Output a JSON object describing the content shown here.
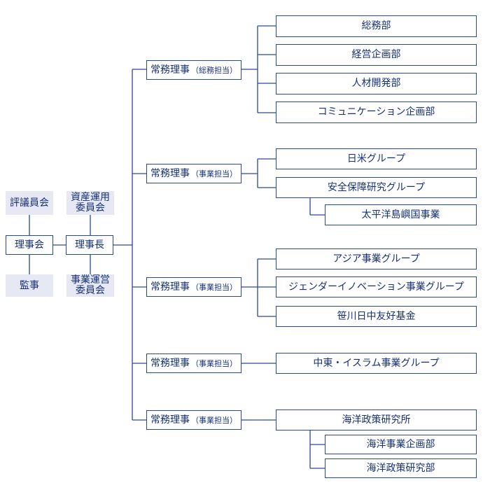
{
  "left_column": {
    "council": "評議員会",
    "board": "理事会",
    "auditor": "監事"
  },
  "middle_column": {
    "asset_committee_line1": "資産運用",
    "asset_committee_line2": "委員会",
    "chairman": "理事長",
    "operations_committee_line1": "事業運営",
    "operations_committee_line2": "委員会"
  },
  "directors": [
    {
      "label": "常務理事",
      "role": "（総務担当）"
    },
    {
      "label": "常務理事",
      "role": "（事業担当）"
    },
    {
      "label": "常務理事",
      "role": "（事業担当）"
    },
    {
      "label": "常務理事",
      "role": "（事業担当）"
    },
    {
      "label": "常務理事",
      "role": "（事業担当）"
    }
  ],
  "departments": {
    "general_affairs": "総務部",
    "business_planning": "経営企画部",
    "hr_development": "人材開発部",
    "communication_planning": "コミュニケーション企画部",
    "japan_us_group": "日米グループ",
    "security_research_group": "安全保障研究グループ",
    "pacific_islands": "太平洋島嶼国事業",
    "asia_group": "アジア事業グループ",
    "gender_innovation_group": "ジェンダーイノベーション事業グループ",
    "sasakawa_japan_china": "笹川日中友好基金",
    "middle_east_islam_group": "中東・イスラム事業グループ",
    "ocean_policy_institute": "海洋政策研究所",
    "ocean_planning": "海洋事業企画部",
    "ocean_policy_research": "海洋政策研究部"
  }
}
